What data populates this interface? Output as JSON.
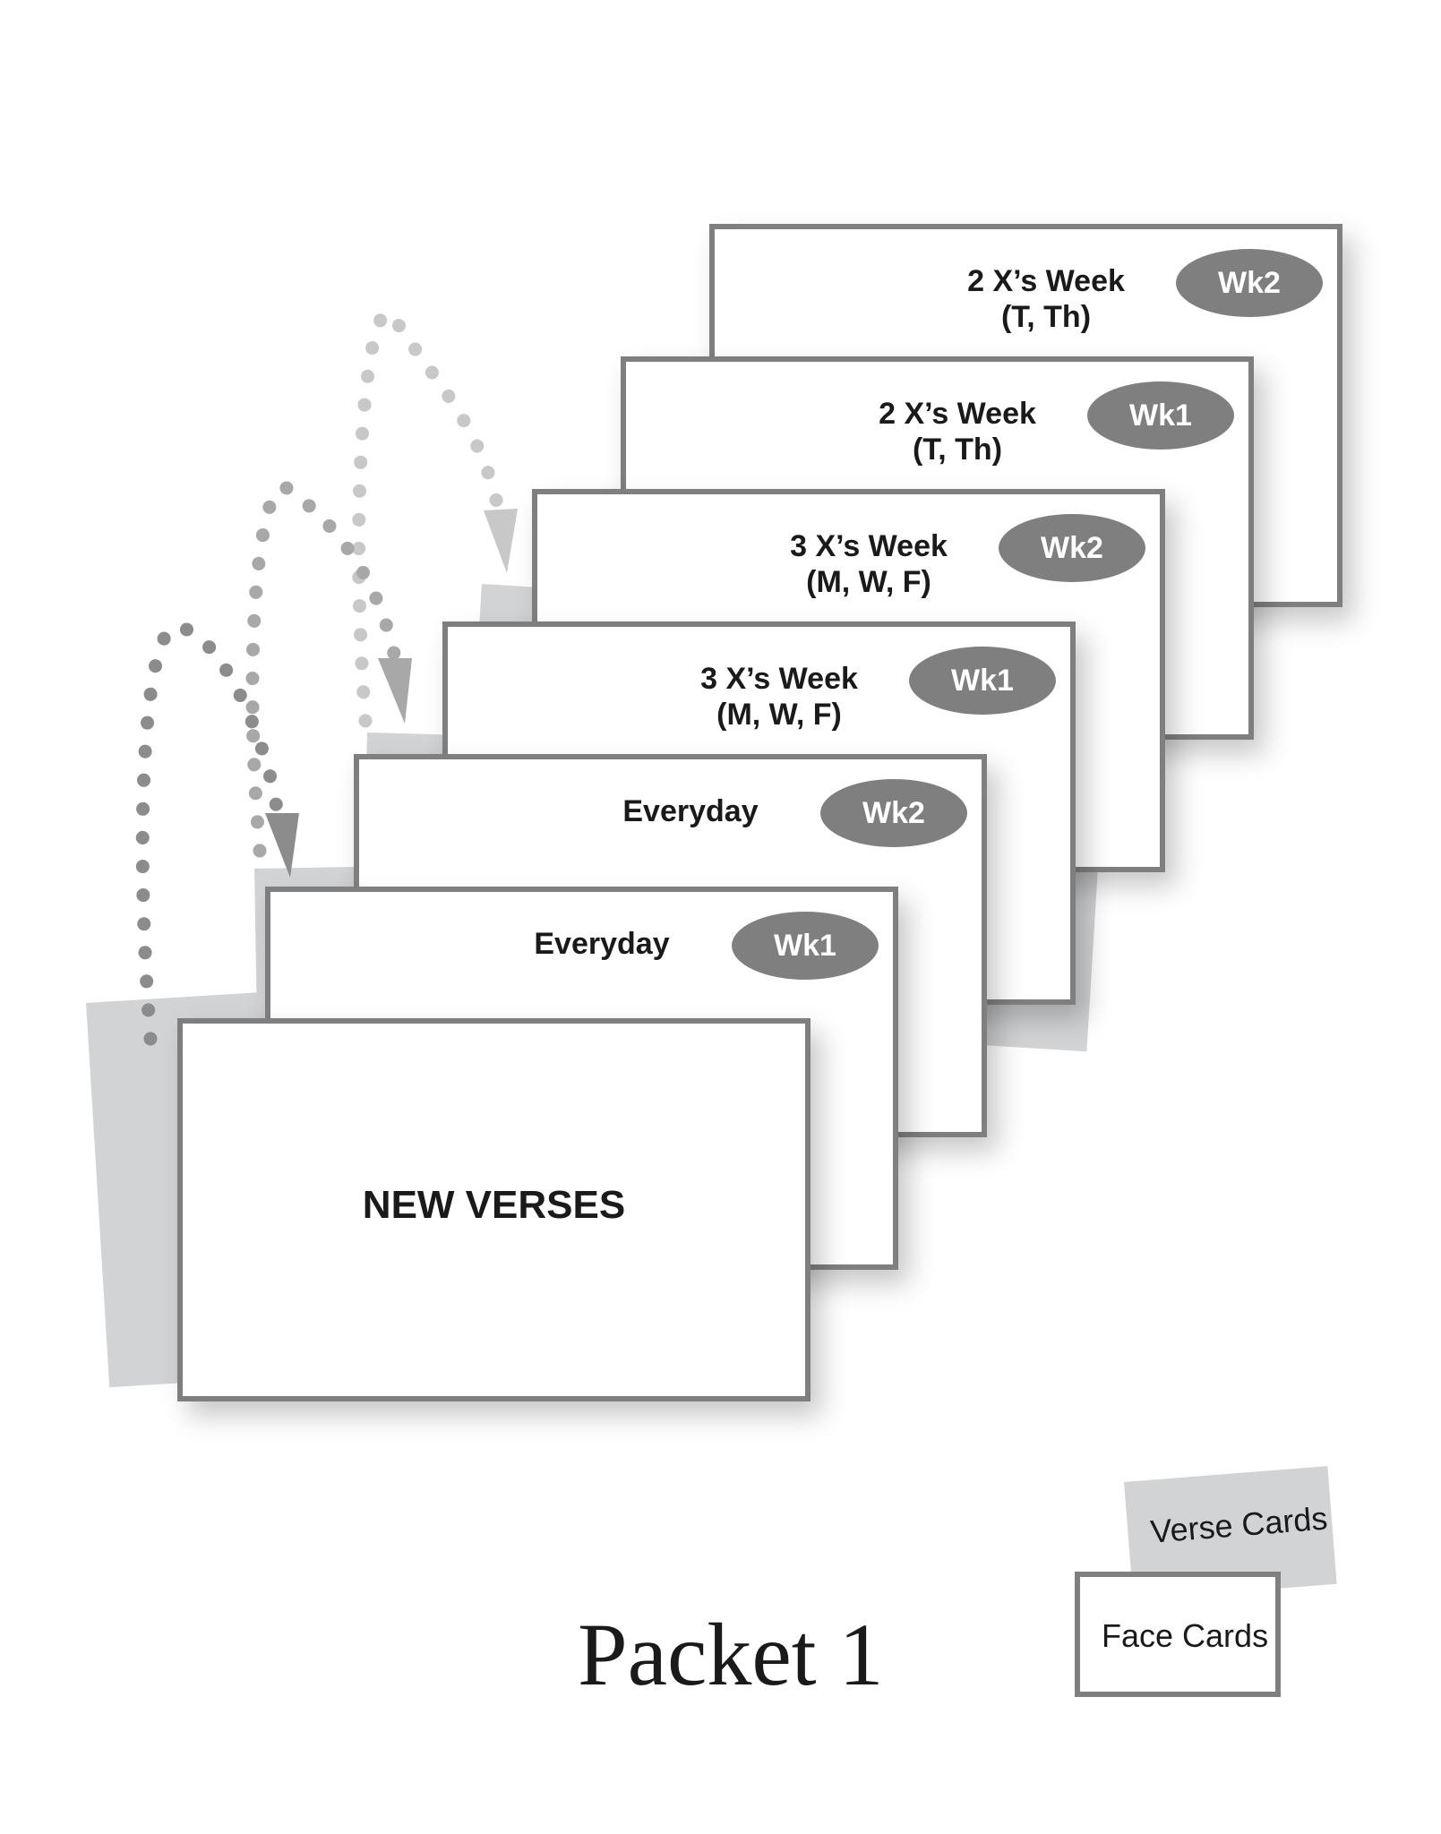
{
  "cards": [
    {
      "title_line1": "2 X’s Week",
      "title_line2": "(T, Th)",
      "badge": "Wk2"
    },
    {
      "title_line1": "2 X’s Week",
      "title_line2": "(T, Th)",
      "badge": "Wk1"
    },
    {
      "title_line1": "3 X’s Week",
      "title_line2": "(M, W, F)",
      "badge": "Wk2"
    },
    {
      "title_line1": "3 X’s Week",
      "title_line2": "(M, W, F)",
      "badge": "Wk1"
    },
    {
      "title_line1": "Everyday",
      "title_line2": "",
      "badge": "Wk2"
    },
    {
      "title_line1": "Everyday",
      "title_line2": "",
      "badge": "Wk1"
    }
  ],
  "new_verses_label": "NEW VERSES",
  "packet_title": "Packet 1",
  "legend": {
    "verse_cards_label": "Verse Cards",
    "face_cards_label": "Face Cards"
  },
  "colors": {
    "card_border": "#7f7f7f",
    "badge_fill": "#7f7f7f",
    "verse_card_fill": "#d2d3d5",
    "arrow_dark": "#8c8c8c",
    "arrow_mid": "#a8a8a8",
    "arrow_light": "#c8c8c8"
  }
}
